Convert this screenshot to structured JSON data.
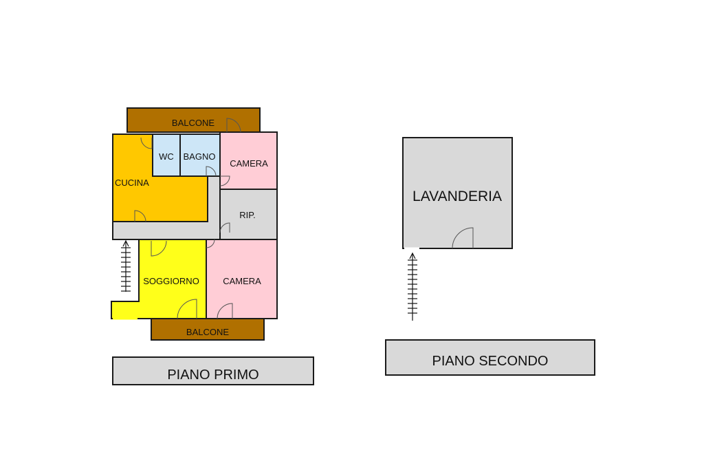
{
  "floor1": {
    "title": "PIANO PRIMO",
    "rooms": {
      "balcone_top": "BALCONE",
      "wc": "WC",
      "bagno": "BAGNO",
      "camera_top": "CAMERA",
      "cucina": "CUCINA",
      "rip": "RIP.",
      "soggiorno": "SOGGIORNO",
      "camera_bottom": "CAMERA",
      "balcone_bottom": "BALCONE"
    }
  },
  "floor2": {
    "title": "PIANO SECONDO",
    "rooms": {
      "lavanderia": "LAVANDERIA"
    }
  },
  "colors": {
    "balcony": "#b07000",
    "kitchen": "#ffc800",
    "bath": "#cde6f7",
    "bedroom": "#ffcdd6",
    "living": "#ffff1a",
    "neutral": "#d9d9d9"
  }
}
